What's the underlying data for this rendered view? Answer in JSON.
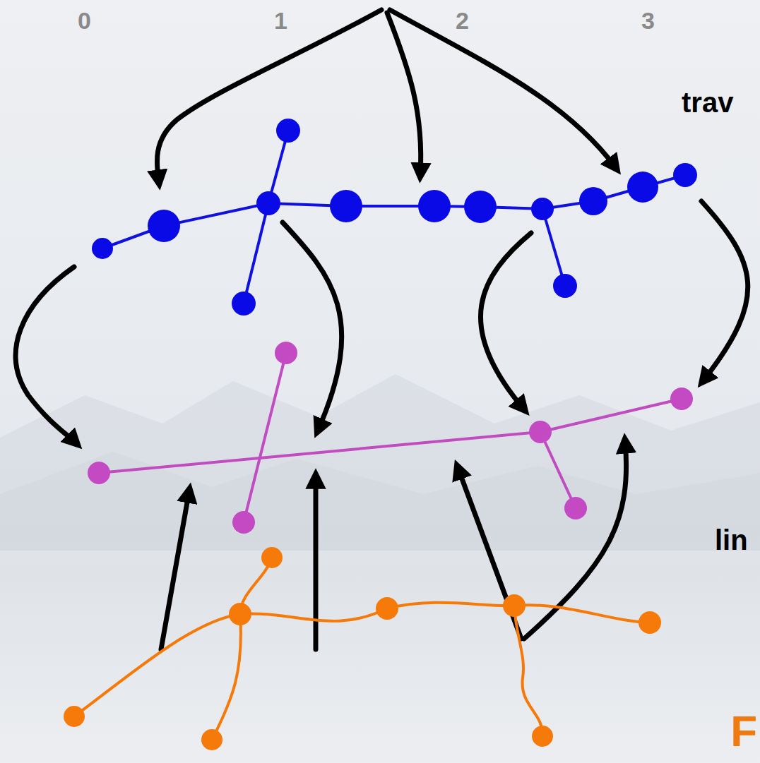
{
  "diagram": {
    "labels": [
      "0",
      "1",
      "2",
      "3",
      "trav",
      "lin",
      "F"
    ]
  }
}
